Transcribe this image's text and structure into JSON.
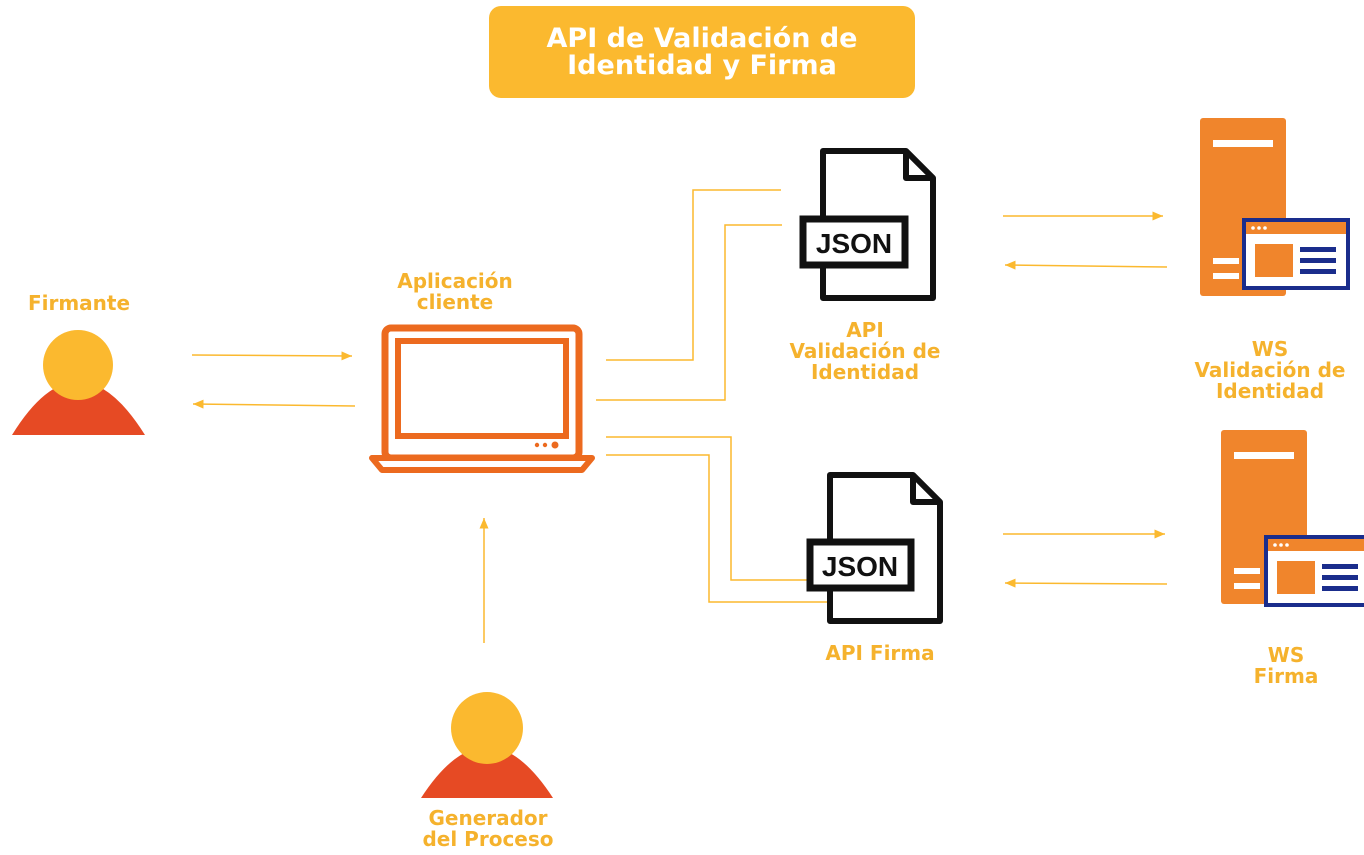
{
  "title": {
    "line1": "API de Validación de",
    "line2": "Identidad y Firma"
  },
  "nodes": {
    "firmante": {
      "label": "Firmante"
    },
    "app": {
      "line1": "Aplicación",
      "line2": "cliente"
    },
    "generador": {
      "line1": "Generador",
      "line2": "del Proceso"
    },
    "api_validacion": {
      "line1": "API",
      "line2": "Validación de",
      "line3": "Identidad",
      "icon_text": "JSON"
    },
    "api_firma": {
      "label": "API Firma",
      "icon_text": "JSON"
    },
    "ws_validacion": {
      "line1": "WS",
      "line2": "Validación de",
      "line3": "Identidad"
    },
    "ws_firma": {
      "line1": "WS",
      "line2": "Firma"
    }
  },
  "colors": {
    "accent": "#FBB92F",
    "label": "#F5B22D",
    "laptop": "#EC6A1F",
    "server": "#F0852C",
    "person_body": "#E64A24",
    "window_border": "#1A2D8C"
  }
}
